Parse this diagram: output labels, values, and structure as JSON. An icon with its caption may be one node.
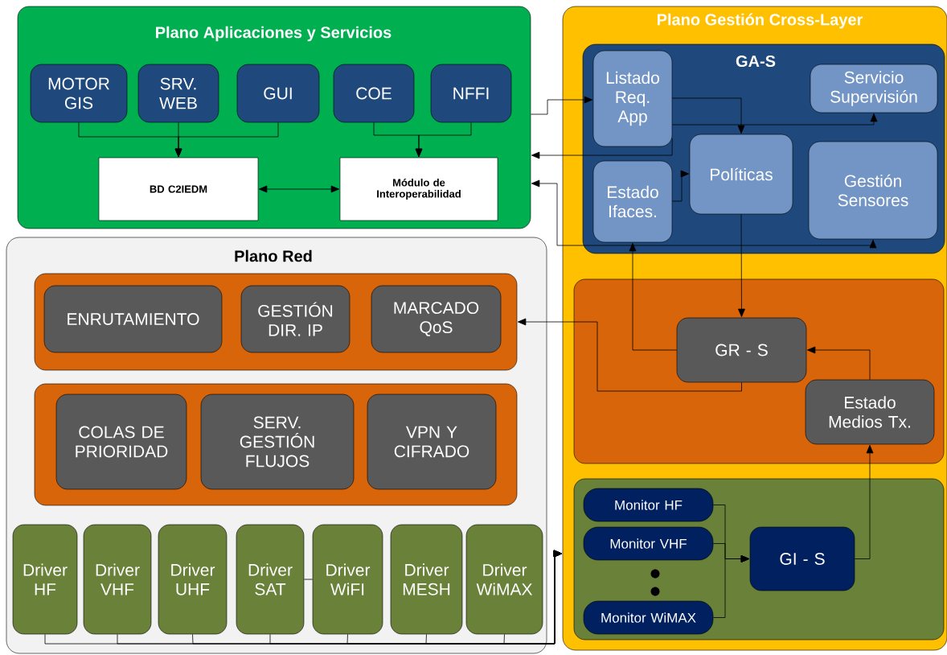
{
  "diagram": {
    "nodes": [
      {
        "text": [
          "Plano Aplicaciones y Servicios"
        ]
      },
      {
        "text": [
          "MOTOR GIS"
        ],
        "in": 0
      },
      {
        "text": [
          "SRV. WEB"
        ],
        "in": 0
      },
      {
        "text": [
          "GUI"
        ],
        "in": 0
      },
      {
        "text": [
          "COE"
        ],
        "in": 0
      },
      {
        "text": [
          "NFFI"
        ],
        "in": 0
      },
      {
        "text": [
          "BD C2IEDM"
        ],
        "in": 0
      },
      {
        "text": [
          "Módulo de Interoperabilidad"
        ],
        "in": 0
      },
      {
        "text": [
          "Plano Gestión Cross-Layer"
        ]
      },
      {
        "text": [
          "GA-S"
        ],
        "in": 8
      },
      {
        "text": [
          "Listado Req. App"
        ],
        "in": 9
      },
      {
        "text": [
          "Servicio Supervisión"
        ],
        "in": 9
      },
      {
        "text": [
          "Políticas"
        ],
        "in": 9
      },
      {
        "text": [
          "Estado Ifaces."
        ],
        "in": 9
      },
      {
        "text": [
          "Gestión Sensores"
        ],
        "in": 9
      },
      {
        "text": [],
        "shape": "box",
        "in": 8
      },
      {
        "text": [
          "GR - S"
        ],
        "in": 15
      },
      {
        "text": [
          "Estado Medios Tx."
        ],
        "in": 15
      },
      {
        "text": [],
        "shape": "box",
        "in": 8
      },
      {
        "text": [
          "Monitor HF"
        ],
        "in": 18
      },
      {
        "text": [
          "Monitor VHF"
        ],
        "in": 18
      },
      {
        "text": [
          "Monitor WiMAX"
        ],
        "in": 18
      },
      {
        "text": [
          "GI - S"
        ],
        "in": 18
      },
      {
        "text": [
          "Plano Red"
        ]
      },
      {
        "text": [],
        "shape": "box",
        "in": 23
      },
      {
        "text": [
          "ENRUTAMIENTO"
        ],
        "in": 24
      },
      {
        "text": [
          "GESTIÓN DIR. IP"
        ],
        "in": 24
      },
      {
        "text": [
          "MARCADO QoS"
        ],
        "in": 24
      },
      {
        "text": [],
        "shape": "box",
        "in": 23
      },
      {
        "text": [
          "COLAS DE PRIORIDAD"
        ],
        "in": 28
      },
      {
        "text": [
          "SERV. GESTIÓN FLUJOS"
        ],
        "in": 28
      },
      {
        "text": [
          "VPN Y CIFRADO"
        ],
        "in": 28
      },
      {
        "text": [
          "Driver HF"
        ],
        "in": 23
      },
      {
        "text": [
          "Driver VHF"
        ],
        "in": 23
      },
      {
        "text": [
          "Driver UHF"
        ],
        "in": 23
      },
      {
        "text": [
          "Driver SAT"
        ],
        "in": 23
      },
      {
        "text": [
          "Driver WiFI"
        ],
        "in": 23
      },
      {
        "text": [
          "Driver MESH"
        ],
        "in": 23
      },
      {
        "text": [
          "Driver WiMAX"
        ],
        "in": 23
      }
    ],
    "edges": [
      {
        "from": 1,
        "to": 6,
        "arrow": "to"
      },
      {
        "from": 2,
        "to": 6,
        "arrow": "to"
      },
      {
        "from": 3,
        "to": 6,
        "arrow": "to"
      },
      {
        "from": 4,
        "to": 7,
        "arrow": "to"
      },
      {
        "from": 5,
        "to": 7,
        "arrow": "to"
      },
      {
        "from": 6,
        "to": 7,
        "arrow": "both"
      },
      {
        "from": 0,
        "to": 10,
        "arrow": "to"
      },
      {
        "from": 10,
        "to": 0,
        "arrow": "to"
      },
      {
        "from": 10,
        "to": 12,
        "arrow": "to"
      },
      {
        "from": 10,
        "to": 11,
        "arrow": "to"
      },
      {
        "from": 13,
        "to": 12,
        "arrow": "to"
      },
      {
        "from": 12,
        "to": 16,
        "arrow": "to"
      },
      {
        "from": 16,
        "to": 13,
        "arrow": "to"
      },
      {
        "from": 16,
        "to": 24,
        "arrow": "to"
      },
      {
        "from": 17,
        "to": 16,
        "arrow": "to"
      },
      {
        "from": 22,
        "to": 17,
        "arrow": "to"
      },
      {
        "from": 19,
        "to": 22,
        "arrow": "to"
      },
      {
        "from": 20,
        "to": 22,
        "arrow": "to"
      },
      {
        "from": 21,
        "to": 22,
        "arrow": "to"
      },
      {
        "from": 0,
        "to": 14,
        "arrow": "both"
      },
      {
        "from": 32,
        "to": 8,
        "arrow": "to"
      },
      {
        "from": 33,
        "to": 8,
        "arrow": "to"
      },
      {
        "from": 34,
        "to": 8,
        "arrow": "to"
      },
      {
        "from": 35,
        "to": 8,
        "arrow": "to"
      },
      {
        "from": 36,
        "to": 8,
        "arrow": "to"
      },
      {
        "from": 37,
        "to": 8,
        "arrow": "to"
      },
      {
        "from": 38,
        "to": 8,
        "arrow": "to"
      },
      {
        "from": 35,
        "to": 36,
        "arrow": "none"
      }
    ]
  }
}
